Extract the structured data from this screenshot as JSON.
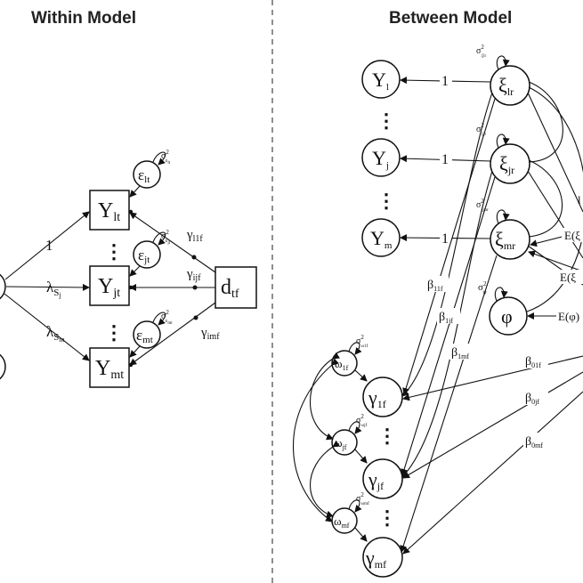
{
  "titles": {
    "within": "Within Model",
    "between": "Between Model"
  },
  "within": {
    "outcomes": [
      {
        "sym": "Y",
        "sub": "lt"
      },
      {
        "sym": "Y",
        "sub": "jt"
      },
      {
        "sym": "Y",
        "sub": "mt"
      }
    ],
    "covariate": {
      "sym": "d",
      "sub": "tf"
    },
    "residuals": [
      {
        "sym": "ε",
        "sub": "lt",
        "var_sym": "σ",
        "var_sup": "2",
        "var_sub": "ε",
        "var_subsub": "lt"
      },
      {
        "sym": "ε",
        "sub": "jt",
        "var_sym": "σ",
        "var_sup": "2",
        "var_sub": "ε",
        "var_subsub": "jt"
      },
      {
        "sym": "ε",
        "sub": "mt",
        "var_sym": "σ",
        "var_sup": "2",
        "var_sub": "ε",
        "var_subsub": "mt"
      }
    ],
    "loadings": [
      {
        "sym": "1",
        "sub": "",
        "subsub": ""
      },
      {
        "sym": "λ",
        "sub": "S",
        "subsub": "j"
      },
      {
        "sym": "λ",
        "sub": "S",
        "subsub": "m"
      }
    ],
    "slopes": [
      {
        "sym": "γ",
        "sub": "l1f"
      },
      {
        "sym": "γ",
        "sub": "ijf"
      },
      {
        "sym": "γ",
        "sub": "imf"
      }
    ],
    "ellipsis": "⋮"
  },
  "between": {
    "Y_nodes": [
      {
        "sym": "Y",
        "sub": "l"
      },
      {
        "sym": "Y",
        "sub": "j"
      },
      {
        "sym": "Y",
        "sub": "m"
      }
    ],
    "xi_nodes": [
      {
        "sym": "ξ",
        "sub": "lr",
        "var_sym": "σ",
        "var_sup": "2",
        "var_sub": "ξlr"
      },
      {
        "sym": "ξ",
        "sub": "jr",
        "var_sym": "σ",
        "var_sup": "2",
        "var_sub": "ξjr"
      },
      {
        "sym": "ξ",
        "sub": "mr",
        "var_sym": "σ",
        "var_sup": "2",
        "var_sub": "ξmr"
      }
    ],
    "one_labels": [
      "1",
      "1",
      "1"
    ],
    "phi": {
      "sym": "φ",
      "var_sym": "σ",
      "var_sup": "2",
      "var_sub": "φ"
    },
    "gamma_nodes": [
      {
        "sym": "γ",
        "sub": "1f"
      },
      {
        "sym": "γ",
        "sub": "jf"
      },
      {
        "sym": "γ",
        "sub": "mf"
      }
    ],
    "omega_nodes": [
      {
        "sym": "ω",
        "sub": "1f",
        "var_sym": "σ",
        "var_sup": "2",
        "var_sub": "ω1f"
      },
      {
        "sym": "ω",
        "sub": "jf",
        "var_sym": "σ",
        "var_sup": "2",
        "var_sub": "ωjf"
      },
      {
        "sym": "ω",
        "sub": "mf",
        "var_sym": "σ",
        "var_sup": "2",
        "var_sub": "ωmf"
      }
    ],
    "beta_xi": [
      {
        "sym": "β",
        "sub": "11f"
      },
      {
        "sym": "β",
        "sub": "1jf"
      },
      {
        "sym": "β",
        "sub": "1mf"
      }
    ],
    "beta_0": [
      {
        "sym": "β",
        "sub": "01f"
      },
      {
        "sym": "β",
        "sub": "0jf"
      },
      {
        "sym": "β",
        "sub": "0mf"
      }
    ],
    "means": [
      {
        "text": "E(ξ"
      },
      {
        "text": "E(ξ"
      },
      {
        "text": "E(φ)"
      }
    ],
    "edge_fragment": "l",
    "ellipsis": "⋮"
  }
}
